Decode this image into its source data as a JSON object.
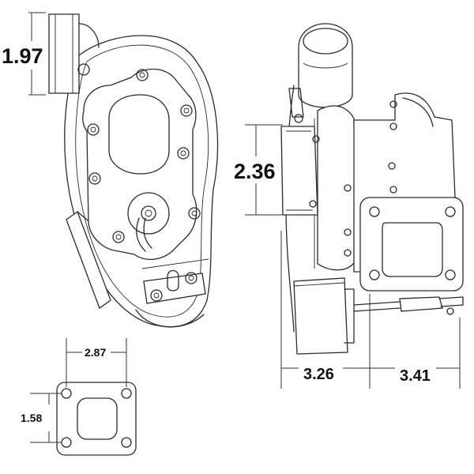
{
  "dimensions": {
    "compressor_inlet": "1.97",
    "outlet_flange_height": "2.36",
    "flange_bolt_spacing_width": "2.87",
    "flange_bolt_spacing_height": "1.58",
    "compressor_side_width": "3.26",
    "turbine_side_width": "3.41"
  },
  "colors": {
    "line": "#2b2b2b",
    "background": "#ffffff"
  }
}
